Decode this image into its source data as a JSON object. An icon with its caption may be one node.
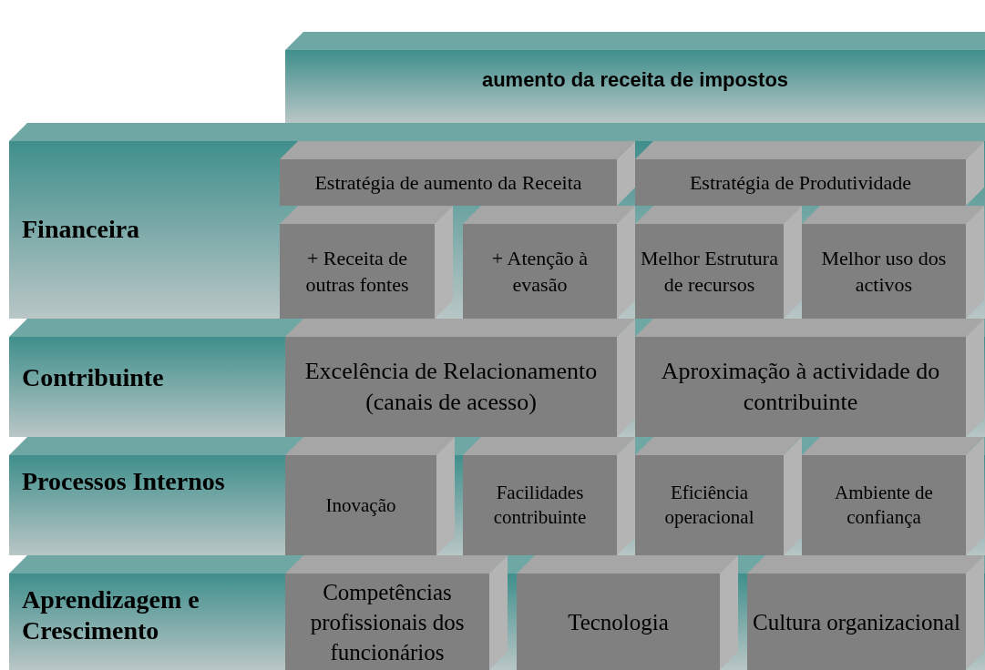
{
  "diagram": {
    "nodes": [
      {
        "text": [
          "aumento da receita de impostos"
        ]
      },
      {
        "text": [
          "Financeira"
        ]
      },
      {
        "text": [
          "Estratégia de aumento da Receita"
        ],
        "in": 1
      },
      {
        "text": [
          "Estratégia de Produtividade"
        ],
        "in": 1
      },
      {
        "text": [
          "+ Receita de outras fontes"
        ],
        "in": 1
      },
      {
        "text": [
          "+ Atenção à evasão"
        ],
        "in": 1
      },
      {
        "text": [
          "Melhor Estrutura de recursos"
        ],
        "in": 1
      },
      {
        "text": [
          "Melhor uso dos activos"
        ],
        "in": 1
      },
      {
        "text": [
          "Contribuinte"
        ]
      },
      {
        "text": [
          "Excelência de Relacionamento (canais de acesso)"
        ],
        "in": 8
      },
      {
        "text": [
          "Aproximação à actividade do contribuinte"
        ],
        "in": 8
      },
      {
        "text": [
          "Processos Internos"
        ]
      },
      {
        "text": [
          "Inovação"
        ],
        "in": 11
      },
      {
        "text": [
          "Facilidades contribuinte"
        ],
        "in": 11
      },
      {
        "text": [
          "Eficiência operacional"
        ],
        "in": 11
      },
      {
        "text": [
          "Ambiente de confiança"
        ],
        "in": 11
      },
      {
        "text": [
          "Aprendizagem e Crescimento"
        ]
      },
      {
        "text": [
          "Competências profissionais dos funcionários"
        ],
        "in": 16
      },
      {
        "text": [
          "Tecnologia"
        ],
        "in": 16
      },
      {
        "text": [
          "Cultura organizacional"
        ],
        "in": 16
      }
    ]
  }
}
